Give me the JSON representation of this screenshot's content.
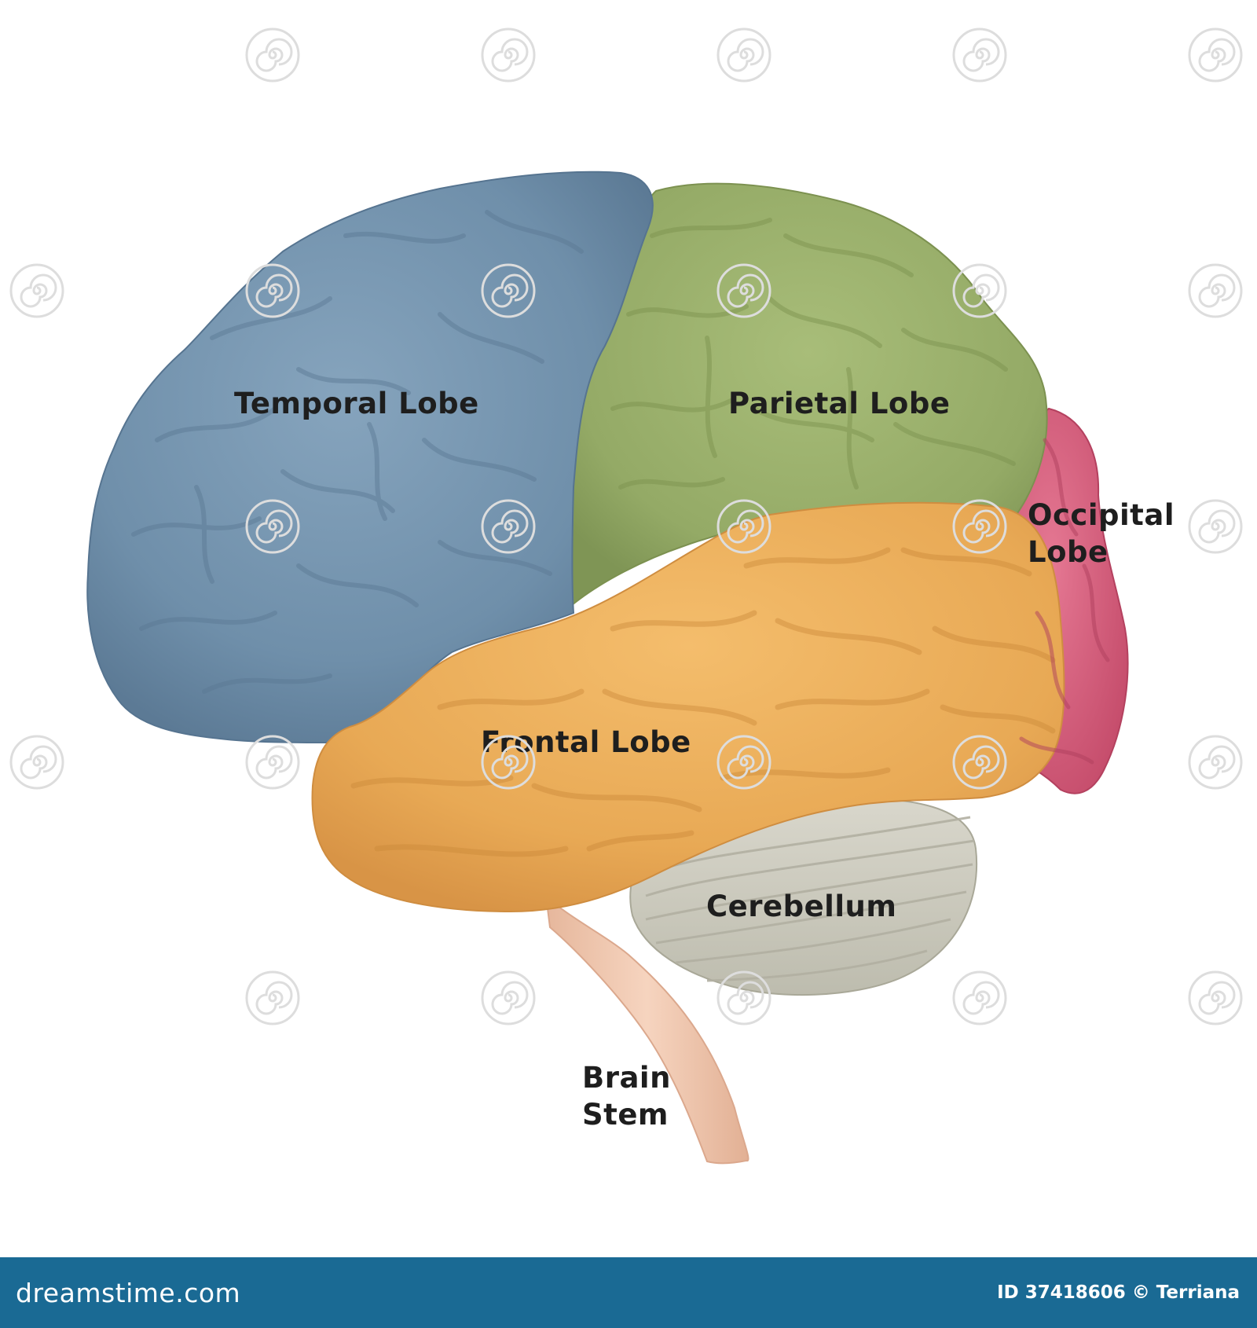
{
  "labels": {
    "temporal": "Temporal Lobe",
    "parietal": "Parietal Lobe",
    "occipital": [
      "Occipital",
      "Lobe"
    ],
    "frontal": "Frontal Lobe",
    "cerebellum": "Cerebellum",
    "brain_stem": [
      "Brain",
      "Stem"
    ]
  },
  "colors": {
    "temporal": "#6f8faa",
    "parietal": "#98ad6a",
    "occipital": "#d75f7d",
    "frontal": "#e9ab57",
    "cerebellum": "#cfcdc0",
    "brain_stem": "#efc6ac",
    "footer": "#1a6a94"
  },
  "footer": {
    "brand": "dreamstime.com",
    "credit": "ID 37418606 © Terriana"
  },
  "watermark_icon": "spiral-watermark-icon"
}
